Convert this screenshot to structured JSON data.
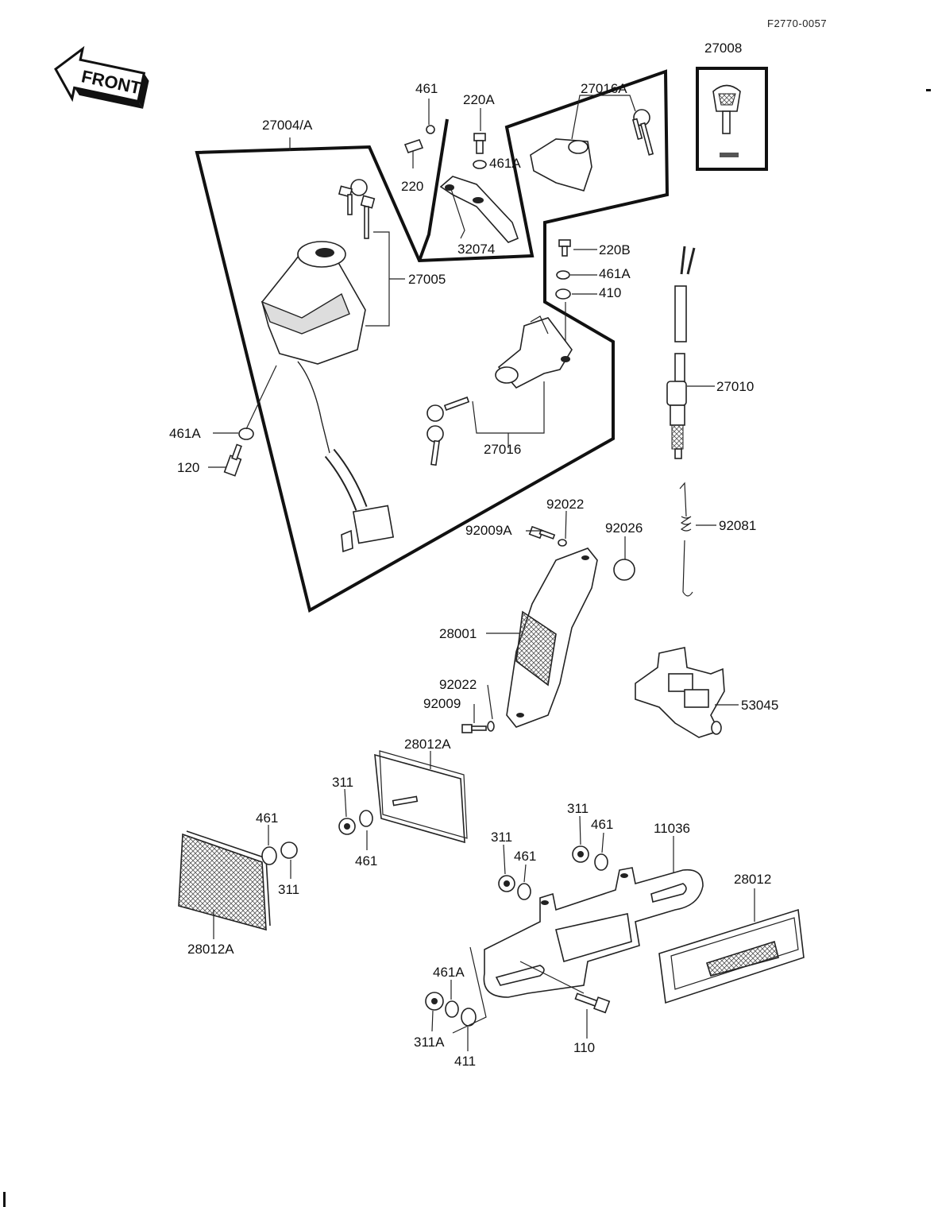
{
  "header": {
    "reference": "F2770-0057",
    "front_label": "FRONT"
  },
  "labels": {
    "p27004A": "27004/A",
    "p461_top": "461",
    "p220A": "220A",
    "p220": "220",
    "p461A_top": "461A",
    "p32074": "32074",
    "p27016A": "27016A",
    "p27008": "27008",
    "p27005": "27005",
    "p220B": "220B",
    "p461A_mid": "461A",
    "p410": "410",
    "p27010": "27010",
    "p27016": "27016",
    "p461A_left": "461A",
    "p120": "120",
    "p92022_top": "92022",
    "p92009A": "92009A",
    "p92026": "92026",
    "p92081": "92081",
    "p28001": "28001",
    "p92022_bot": "92022",
    "p92009": "92009",
    "p53045": "53045",
    "p28012A_top": "28012A",
    "p311_a": "311",
    "p461_a": "461",
    "p461_b": "461",
    "p311_b": "311",
    "p28012A_bot": "28012A",
    "p311_c": "311",
    "p461_c": "461",
    "p311_d": "311",
    "p461_d": "461",
    "p11036": "11036",
    "p28012": "28012",
    "p461A_bot": "461A",
    "p311A": "311A",
    "p411": "411",
    "p110": "110"
  }
}
